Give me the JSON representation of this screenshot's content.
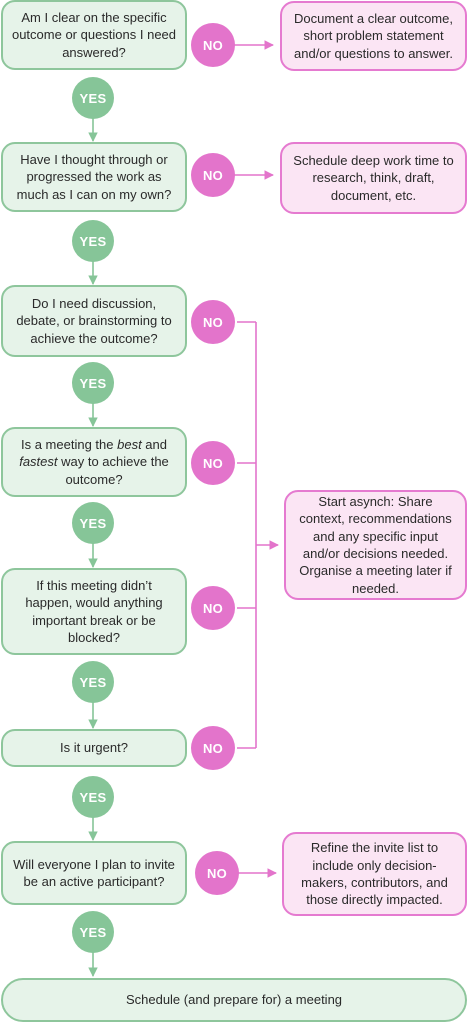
{
  "badges": {
    "yes": "YES",
    "no": "NO"
  },
  "questions": [
    {
      "text": "Am I clear on the specific outcome or questions I need answered?"
    },
    {
      "text": "Have I thought through or progressed the work as much as I can on my own?"
    },
    {
      "text": "Do I need discussion, debate, or brainstorming to achieve the outcome?"
    },
    {
      "pre": "Is a meeting the ",
      "em1": "best",
      "mid": " and ",
      "em2": "fastest",
      "post": " way to achieve the outcome?"
    },
    {
      "text": "If this meeting didn’t happen, would anything important break or be blocked?"
    },
    {
      "text": "Is it urgent?"
    },
    {
      "text": "Will everyone I plan to invite be an active participant?"
    }
  ],
  "actions": [
    {
      "text": "Document a clear outcome, short problem statement and/or questions to answer."
    },
    {
      "text": "Schedule deep work time to research, think, draft, document, etc."
    },
    {
      "text": "Start asynch: Share context, recommendations and any specific input and/or decisions needed. Organise a meeting later if needed."
    },
    {
      "text": "Refine the invite list to include only decision-makers, contributors, and those directly impacted."
    }
  ],
  "final": {
    "text": "Schedule (and prepare for) a meeting"
  },
  "colors": {
    "green_fill": "#e6f3e9",
    "green_border": "#8ec69c",
    "yes_badge": "#86c598",
    "pink_fill": "#fbe5f4",
    "pink_border": "#e57ad0",
    "no_badge": "#e374cb"
  }
}
